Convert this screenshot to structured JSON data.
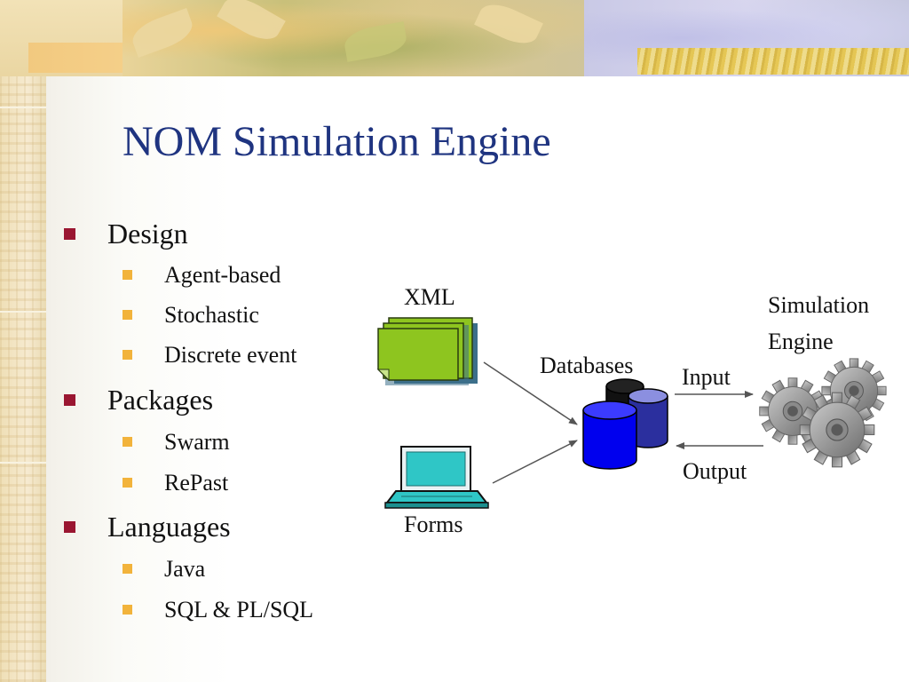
{
  "slide": {
    "title": "NOM Simulation Engine",
    "colors": {
      "title": "#1f3480",
      "level1_bullet": "#9a1631",
      "level2_bullet": "#f2b33b"
    },
    "bullets": [
      {
        "label": "Design",
        "children": [
          "Agent-based",
          "Stochastic",
          "Discrete event"
        ]
      },
      {
        "label": "Packages",
        "children": [
          "Swarm",
          "RePast"
        ]
      },
      {
        "label": "Languages",
        "children": [
          "Java",
          "SQL & PL/SQL"
        ]
      }
    ]
  },
  "diagram": {
    "xml_label": "XML",
    "forms_label": "Forms",
    "databases_label": "Databases",
    "input_label": "Input",
    "output_label": "Output",
    "engine_label_line1": "Simulation",
    "engine_label_line2": "Engine",
    "icons": [
      "documents-icon",
      "laptop-icon",
      "database-icon",
      "gears-icon"
    ]
  }
}
